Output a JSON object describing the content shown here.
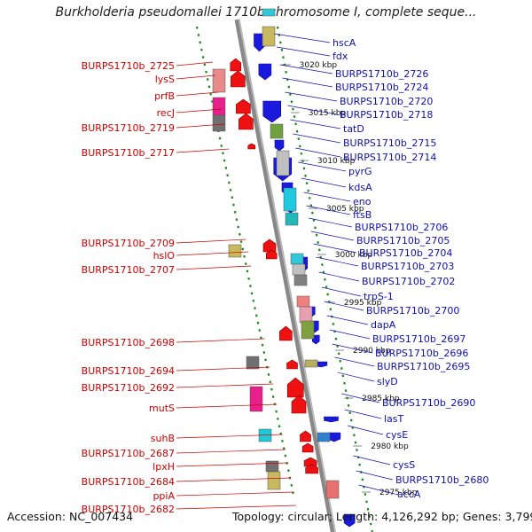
{
  "title": "Burkholderia pseudomallei 1710b chromosome I, complete seque...",
  "footer": {
    "accession": "Accession: NC_007434",
    "topology": "Topology: circular; Length: 4,126,292 bp; Genes: 3,799"
  },
  "colors": {
    "left_label": "#cc0000",
    "right_label": "#1010b0",
    "forward_gene": "#ee1111",
    "reverse_gene": "#1a1adc",
    "backbone": "#888888",
    "ruler": "#1a8a1a"
  },
  "left_labels": [
    "BURPS1710b_2725",
    "lysS",
    "prfB",
    "recJ",
    "BURPS1710b_2719",
    "BURPS1710b_2717",
    "BURPS1710b_2709",
    "hslO",
    "BURPS1710b_2707",
    "BURPS1710b_2698",
    "BURPS1710b_2694",
    "BURPS1710b_2692",
    "mutS",
    "suhB",
    "BURPS1710b_2687",
    "lpxH",
    "BURPS1710b_2684",
    "ppiA",
    "BURPS1710b_2682"
  ],
  "right_labels": [
    "hscA",
    "fdx",
    "BURPS1710b_2726",
    "BURPS1710b_2724",
    "BURPS1710b_2720",
    "BURPS1710b_2718",
    "tatD",
    "BURPS1710b_2715",
    "BURPS1710b_2714",
    "pyrG",
    "kdsA",
    "eno",
    "ftsB",
    "BURPS1710b_2706",
    "BURPS1710b_2705",
    "BURPS1710b_2704",
    "BURPS1710b_2703",
    "BURPS1710b_2702",
    "trpS-1",
    "BURPS1710b_2700",
    "dapA",
    "BURPS1710b_2697",
    "BURPS1710b_2696",
    "BURPS1710b_2695",
    "slyD",
    "BURPS1710b_2690",
    "lasT",
    "cysE",
    "cysS",
    "BURPS1710b_2680",
    "accA"
  ],
  "kbp_marks": [
    "3020 kbp",
    "3015 kbp",
    "3010 kbp",
    "3005 kbp",
    "3000 kbp",
    "2995 kbp",
    "2990 kbp",
    "2985 kbp",
    "2980 kbp",
    "2975 kbp"
  ]
}
